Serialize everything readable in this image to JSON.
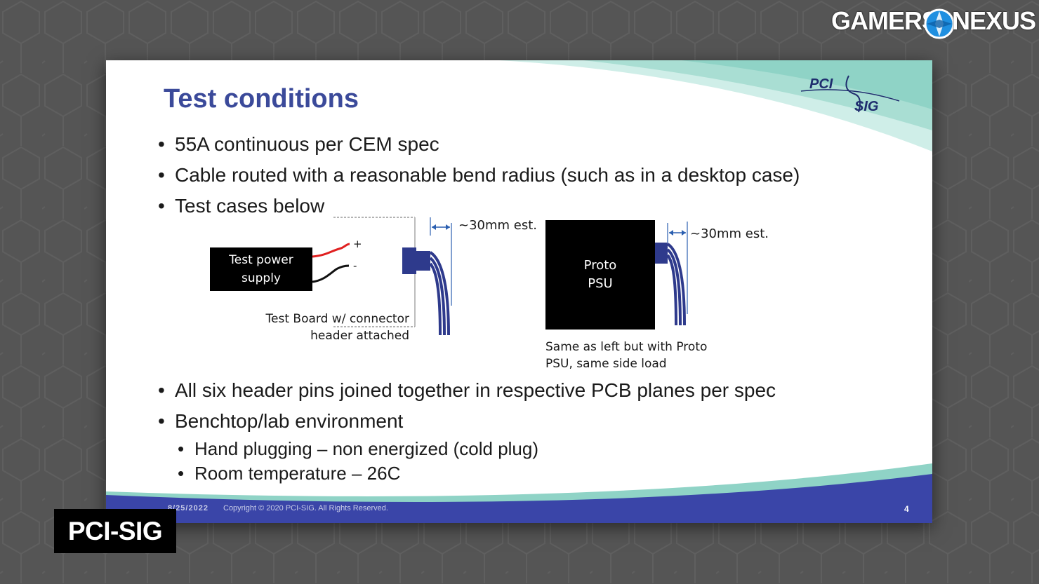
{
  "brand": {
    "gn_left": "GAMERS",
    "gn_right": "NEXUS"
  },
  "slide": {
    "title": "Test conditions",
    "logo": {
      "top": "PCI",
      "bottom": "SIG"
    },
    "bullets_top": [
      "55A continuous per CEM spec",
      "Cable routed with a reasonable bend radius (such as in a desktop case)",
      "Test cases below"
    ],
    "diagram": {
      "test_power_supply": "Test power supply",
      "plus": "+",
      "minus": "-",
      "board_caption": "Test Board w/ connector header attached",
      "dim_left": "~30mm est.",
      "proto_psu": "Proto PSU",
      "dim_right": "~30mm est.",
      "same_caption": "Same as left but with Proto PSU, same side load"
    },
    "bullets_bottom": [
      "All six header pins joined together in respective PCB planes per spec",
      "Benchtop/lab environment"
    ],
    "sub_bullets": [
      "Hand plugging – non energized (cold plug)",
      "Room temperature – 26C"
    ],
    "footer": {
      "date": "8/25/2022",
      "copyright": "Copyright © 2020 PCI-SIG. All Rights Reserved.",
      "page": "4"
    }
  },
  "source_label": "PCI-SIG",
  "colors": {
    "title": "#3b4a9a",
    "connector": "#2e3a8c",
    "footer": "#3a45a8",
    "teal": "#8fd3c6"
  }
}
